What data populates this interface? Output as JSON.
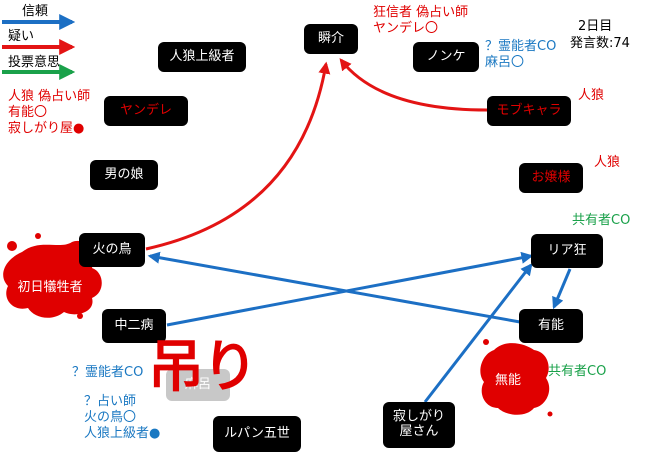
{
  "legend": {
    "trust": "信頼",
    "doubt": "疑い",
    "vote": "投票意思"
  },
  "colors": {
    "trust_arrow": "#1c6fc4",
    "doubt_arrow": "#e31414",
    "vote_arrow": "#1aa14a",
    "red_text": "#e00000",
    "blue_text": "#1a78c2",
    "green_text": "#1aa14a",
    "blood": "#e00000"
  },
  "status": {
    "day": "2日目",
    "speech_count": "発言数:74"
  },
  "nodes": {
    "shunsuke": "瞬介",
    "jinrou_jokyu": "人狼上級者",
    "nonke": "ノンケ",
    "yandere": "ヤンデレ",
    "mobchara": "モブキャラ",
    "otokonoko": "男の娘",
    "ojousama": "お嬢様",
    "hinotori": "火の鳥",
    "riajuu": "リア狂",
    "chuunibyou": "中二病",
    "yuunou": "有能",
    "muno": "無能",
    "shonichi": "初日犠牲者",
    "maro": "麻呂",
    "samishigariya": "寂しがり\n屋さん",
    "lupin": "ルパン五世"
  },
  "notes": {
    "shunsuke_red": "狂信者 偽占い師\nヤンデレ〇",
    "nonke_blue": "？霊能者CO\n麻呂〇",
    "mobchara_red": "人狼",
    "ojousama_red": "人狼",
    "yandere_red": "人狼 偽占い師\n有能〇\n寂しがり屋●",
    "riajuu_green": "共有者CO",
    "muno_green": "共有者CO",
    "maro_blue_top": "？霊能者CO",
    "maro_blue_bottom": "？占い師\n火の鳥〇\n人狼上級者●"
  },
  "stamp": "吊り",
  "icons": {
    "blood_splat": "blood-splat-icon"
  }
}
